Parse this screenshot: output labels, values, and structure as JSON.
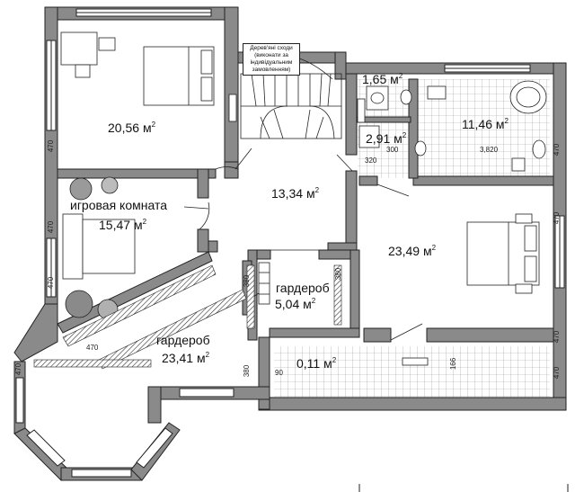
{
  "unit_symbol": "м",
  "unit_exponent": "2",
  "stair_note": "Дерев'яні сходи (виконати за індивідуальним замовленням)",
  "rooms": [
    {
      "id": "bedroom-1",
      "name": "",
      "area": "20,56"
    },
    {
      "id": "bath-small",
      "name": "",
      "area": "1,65"
    },
    {
      "id": "bath-corridor",
      "name": "",
      "area": "2,91"
    },
    {
      "id": "bathroom",
      "name": "",
      "area": "11,46"
    },
    {
      "id": "hall",
      "name": "",
      "area": "13,34"
    },
    {
      "id": "playroom",
      "name": "игровая комната",
      "area": "15,47"
    },
    {
      "id": "bedroom-2",
      "name": "",
      "area": "23,49"
    },
    {
      "id": "closet-small",
      "name": "гардероб",
      "area": "5,04"
    },
    {
      "id": "closet-large",
      "name": "гардероб",
      "area": "23,41"
    },
    {
      "id": "balcony",
      "name": "",
      "area": "0,11"
    }
  ],
  "dimensions": [
    "470",
    "470",
    "470",
    "470",
    "470",
    "470",
    "470",
    "470",
    "470",
    "300",
    "320",
    "3,820",
    "380",
    "380",
    "90",
    "166",
    "380"
  ]
}
